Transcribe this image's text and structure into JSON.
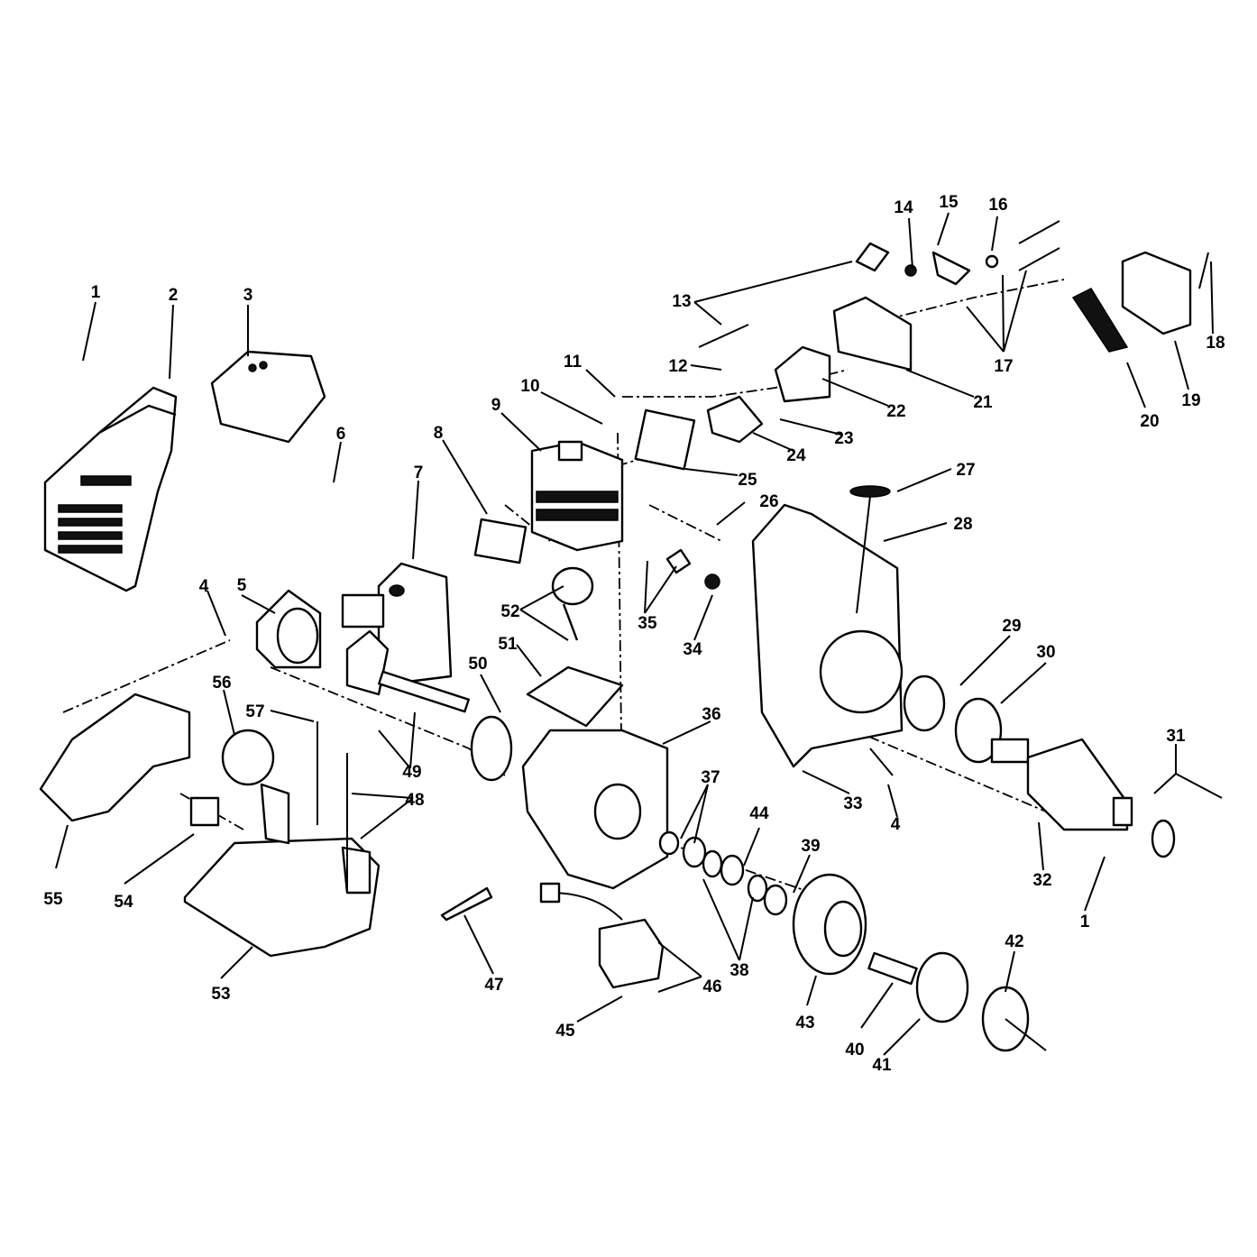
{
  "diagram": {
    "callouts": [
      "1",
      "2",
      "3",
      "4",
      "5",
      "6",
      "7",
      "8",
      "9",
      "10",
      "11",
      "12",
      "13",
      "14",
      "15",
      "16",
      "17",
      "18",
      "19",
      "20",
      "21",
      "22",
      "23",
      "24",
      "25",
      "26",
      "27",
      "28",
      "29",
      "30",
      "31",
      "32",
      "33",
      "34",
      "35",
      "36",
      "37",
      "38",
      "39",
      "40",
      "41",
      "42",
      "43",
      "44",
      "45",
      "46",
      "47",
      "48",
      "49",
      "50",
      "51",
      "52",
      "53",
      "54",
      "55",
      "56",
      "57"
    ],
    "callouts_repeated": [
      "4",
      "1"
    ]
  }
}
